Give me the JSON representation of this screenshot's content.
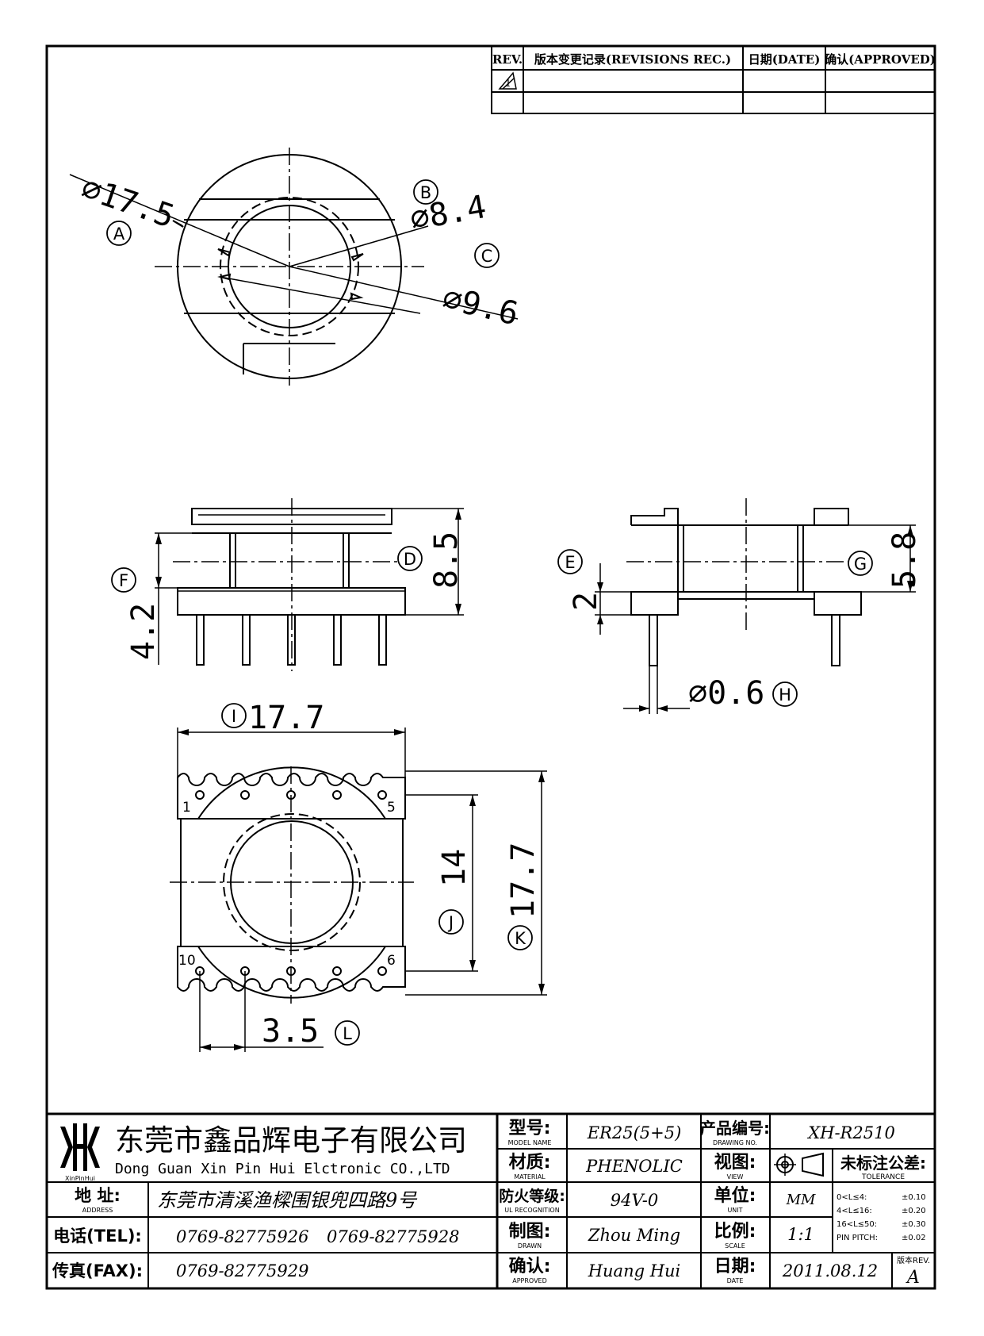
{
  "revision_table": {
    "headers": [
      "REV.",
      "版本变更记录(REVISIONS REC.)",
      "日期(DATE)",
      "确认(APPROVED)"
    ],
    "rev_mark": "1"
  },
  "callouts": {
    "A": "A",
    "B": "B",
    "C": "C",
    "D": "D",
    "E": "E",
    "F": "F",
    "G": "G",
    "H": "H",
    "I": "I",
    "J": "J",
    "K": "K",
    "L": "L"
  },
  "dimensions": {
    "dia_a": "⌀17.5",
    "dia_b": "⌀8.4",
    "dia_c": "⌀9.6",
    "height_d": "8.5",
    "height_f": "4.2",
    "height_e": "2",
    "height_g": "5.8",
    "pin_dia_h": "⌀0.6",
    "width_i": "17.7",
    "height_j": "14",
    "height_k": "17.7",
    "pitch_l": "3.5"
  },
  "pin_numbers": {
    "p1": "1",
    "p5": "5",
    "p10": "10",
    "p6": "6"
  },
  "title_block": {
    "logo_text": "XinPinHui",
    "company_cn": "东莞市鑫品辉电子有限公司",
    "company_en": "Dong Guan Xin Pin Hui Elctronic CO.,LTD",
    "address_label": "地  址:",
    "address_label_en": "ADDRESS",
    "address": "东莞市清溪渔樑围银兜四路9号",
    "tel_label": "电话(TEL):",
    "tel1": "0769-82775926",
    "tel2": "0769-82775928",
    "fax_label": "传真(FAX):",
    "fax": "0769-82775929",
    "model_label": "型号:",
    "model_label_en": "MODEL NAME",
    "model": "ER25(5+5)",
    "material_label": "材质:",
    "material_label_en": "MATERIAL",
    "material": "PHENOLIC",
    "fire_label": "防火等级:",
    "fire_label_en": "UL RECOGNITION",
    "fire": "94V-0",
    "drawn_label": "制图:",
    "drawn_label_en": "DRAWN",
    "drawn": "Zhou Ming",
    "approved_label": "确认:",
    "approved_label_en": "APPROVED",
    "approved": "Huang Hui",
    "drawing_no_label": "产品编号:",
    "drawing_no_label_en": "DRAWING NO.",
    "drawing_no": "XH-R2510",
    "view_label": "视图:",
    "view_label_en": "VIEW",
    "unit_label": "单位:",
    "unit_label_en": "UNIT",
    "unit": "MM",
    "scale_label": "比例:",
    "scale_label_en": "SCALE",
    "scale": "1:1",
    "date_label": "日期:",
    "date_label_en": "DATE",
    "date": "2011.08.12",
    "tolerance_label": "未标注公差:",
    "tolerance_label_en": "TOLERANCE",
    "tolerances": [
      {
        "range": "0<L≤4:",
        "value": "±0.10"
      },
      {
        "range": "4<L≤16:",
        "value": "±0.20"
      },
      {
        "range": "16<L≤50:",
        "value": "±0.30"
      },
      {
        "range": "PIN PITCH:",
        "value": "±0.02"
      }
    ],
    "rev_label": "版本REV.",
    "rev": "A"
  }
}
